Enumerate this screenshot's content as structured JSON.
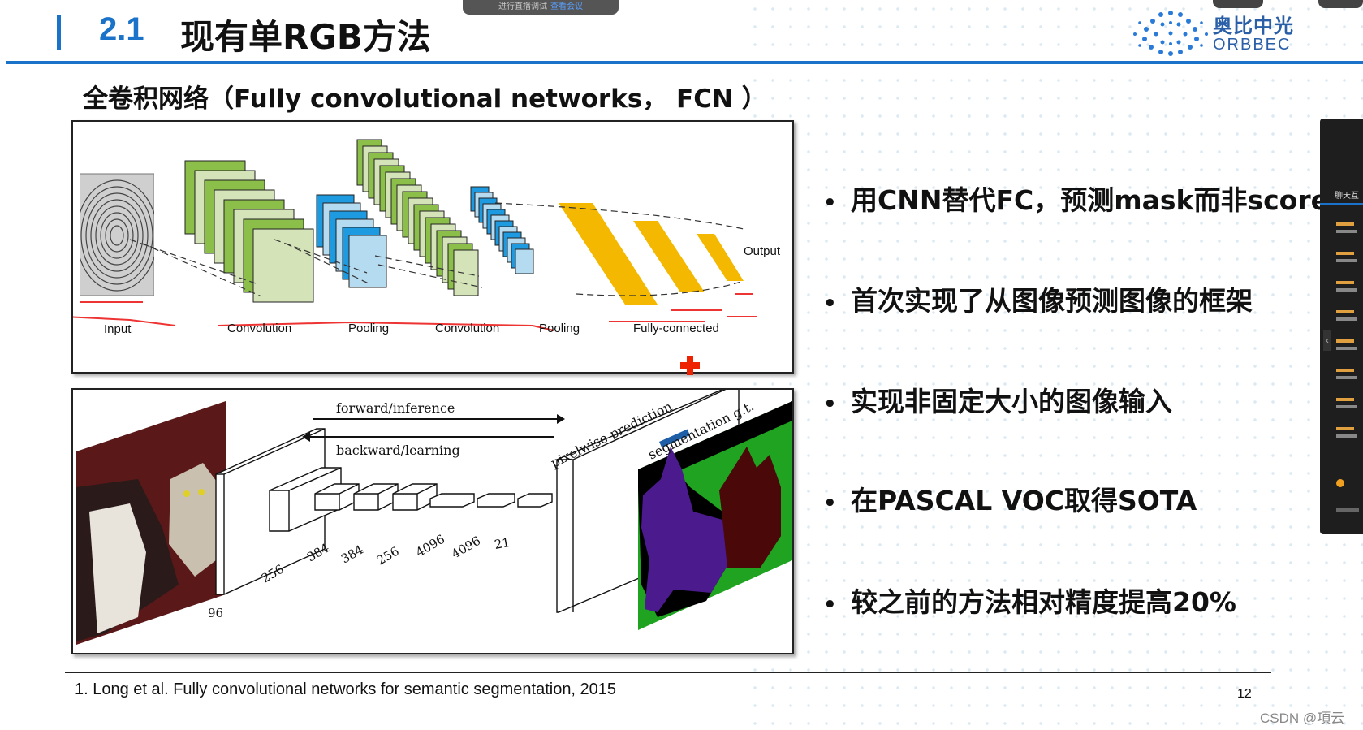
{
  "slide": {
    "section_number": "2.1",
    "section_title": "现有单RGB方法",
    "subtitle": "全卷积网络（Fully convolutional networks， FCN ）",
    "logo_cn": "奥比中光",
    "logo_en": "ORBBEC",
    "live_banner": "进行直播调试",
    "live_link": "查看会议",
    "bullets": [
      "用CNN替代FC，预测mask而非score",
      "首次实现了从图像预测图像的框架",
      "实现非固定大小的图像输入",
      "在PASCAL VOC取得SOTA",
      "较之前的方法相对精度提高20%"
    ],
    "footnote": "1. Long et al. Fully convolutional networks for semantic segmentation, 2015",
    "page_number": "12",
    "watermark": "CSDN @項云"
  },
  "figure1": {
    "labels": [
      "Input",
      "Convolution",
      "Pooling",
      "Convolution",
      "Pooling",
      "Fully-connected",
      "Output"
    ]
  },
  "figure2": {
    "forward": "forward/inference",
    "backward": "backward/learning",
    "pixelwise": "pixelwise prediction",
    "segmentation": "segmentation g.t.",
    "channels": [
      "96",
      "256",
      "384",
      "384",
      "256",
      "4096",
      "4096",
      "21"
    ]
  },
  "chat_panel": {
    "header": "聊天互"
  },
  "colors": {
    "accent": "#1a73c9",
    "conv_green": "#8cbf4a",
    "pool_blue": "#1e9be0",
    "fc_yellow": "#f5b800",
    "seg_purple": "#4b1a8c",
    "seg_dark_red": "#4a0808",
    "seg_green": "#1fa321"
  }
}
